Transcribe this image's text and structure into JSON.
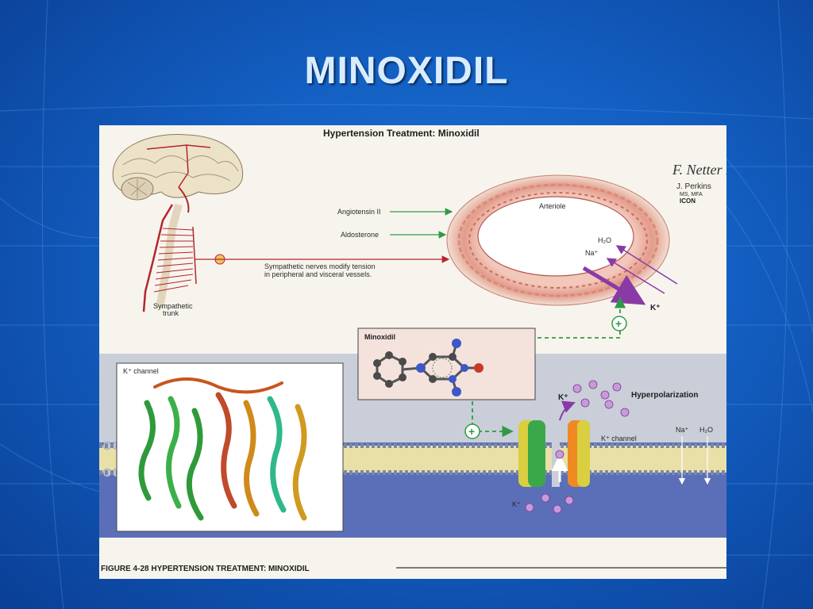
{
  "slide": {
    "title": "MINOXIDIL"
  },
  "figure": {
    "header": "Hypertension Treatment: Minoxidil",
    "signature_artist": "F. Netter M.D.",
    "credit_name": "J. Perkins",
    "credit_degree": "MS, MFA",
    "credit_mark": "ICON",
    "caption": "FIGURE 4-28  HYPERTENSION TREATMENT: MINOXIDIL",
    "labels": {
      "arteriole": "Arteriole",
      "angiotensin": "Angiotensin II",
      "aldosterone": "Aldosterone",
      "sympathetic_line1": "Sympathetic nerves modify tension",
      "sympathetic_line2": "in peripheral and visceral vessels.",
      "sympathetic_trunk_1": "Sympathetic",
      "sympathetic_trunk_2": "trunk",
      "water": "H₂O",
      "sodium": "Na⁺",
      "potassium": "K⁺",
      "minoxidil": "Minoxidil",
      "k_channel_box": "K⁺ channel",
      "k_channel": "K⁺ channel",
      "k_top": "K⁺",
      "k_bottom": "K⁺",
      "hyperpolarization": "Hyperpolarization",
      "na_right": "Na⁺",
      "h2o_right": "H₂O",
      "plus_upper": "+",
      "plus_lower": "+"
    }
  },
  "colors": {
    "background": "#135fc2",
    "title": "#d8ecff",
    "nerve": "#b3262b",
    "arrow_green": "#2f9a45",
    "arrow_purple": "#8a3aa7"
  }
}
